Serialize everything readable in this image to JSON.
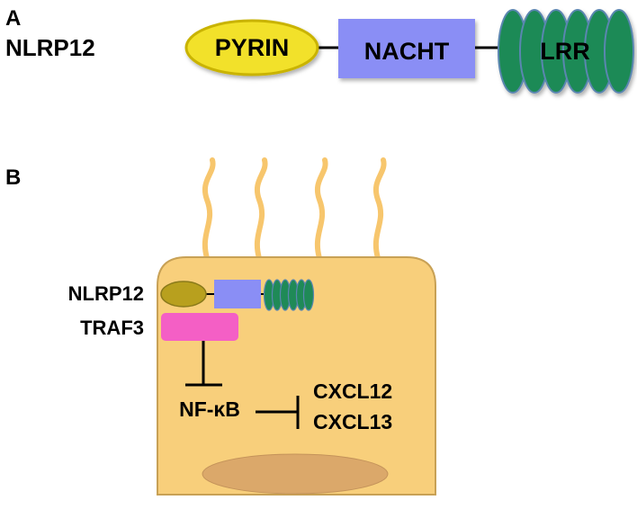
{
  "panel_a": {
    "letter": "A",
    "protein_name": "NLRP12",
    "domains": {
      "pyrin": "PYRIN",
      "nacht": "NACHT",
      "lrr": "LRR"
    }
  },
  "panel_b": {
    "letter": "B",
    "nlrp12_label": "NLRP12",
    "traf3_label": "TRAF3",
    "nfkb_label": "NF-κB",
    "targets": [
      "CXCL12",
      "CXCL13"
    ]
  },
  "colors": {
    "pyrin_fill": "#f2e12a",
    "pyrin_stroke": "#c9b300",
    "nacht_fill": "#8a8ef5",
    "lrr_fill": "#1f8a57",
    "lrr_stroke": "#5a86b0",
    "cell_fill": "#f8cf7b",
    "cell_stroke": "#c8a155",
    "cilia": "#f7c66d",
    "nucleus": "#dba86a",
    "traf3_fill": "#f45fc5",
    "mini_pyrin": "#b8a01e"
  }
}
